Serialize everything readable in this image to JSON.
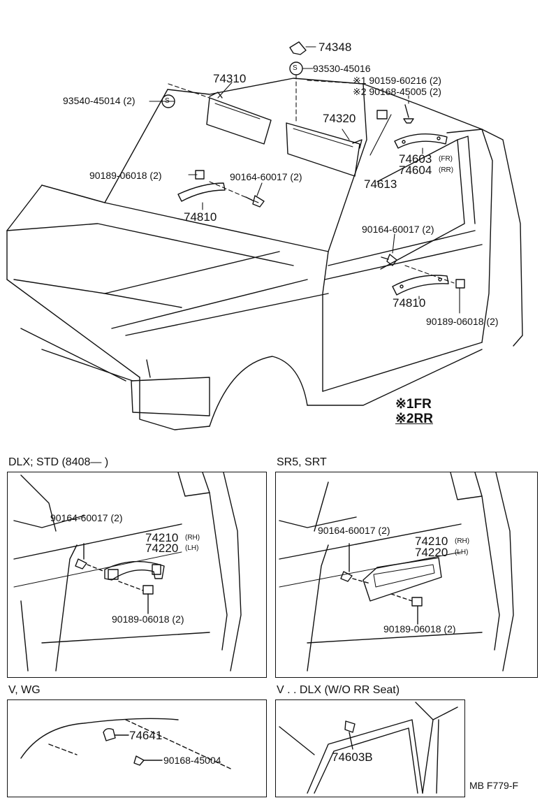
{
  "main": {
    "p74348": "74348",
    "s_mark": "S",
    "p93530": "93530-45016",
    "note1": "※1 90159-60216 (2)",
    "note2": "※2 90168-45005 (2)",
    "p74310": "74310",
    "p93540": "93540-45014 (2)",
    "p74320": "74320",
    "p74603": "74603",
    "p74603_sub": "(FR)",
    "p74604": "74604",
    "p74604_sub": "(RR)",
    "p74613": "74613",
    "p90189_a": "90189-06018 (2)",
    "p90164_a": "90164-60017 (2)",
    "p74810_a": "74810",
    "p90164_b": "90164-60017 (2)",
    "p74810_b": "74810",
    "p90189_b": "90189-06018 (2)",
    "legend1": "※1FR",
    "legend2": "※2RR"
  },
  "panel_dlx": {
    "title": "DLX; STD (8408—        )",
    "p90164": "90164-60017 (2)",
    "p74210": "74210",
    "p74210_sub": "(RH)",
    "p74220": "74220",
    "p74220_sub": "(LH)",
    "p90189": "90189-06018 (2)"
  },
  "panel_sr5": {
    "title": "SR5, SRT",
    "p90164": "90164-60017 (2)",
    "p74210": "74210",
    "p74210_sub": "(RH)",
    "p74220": "74220",
    "p74220_sub": "(LH)",
    "p90189": "90189-06018 (2)"
  },
  "panel_vwg": {
    "title": "V, WG",
    "p74641": "74641",
    "p90168": "90168-45004"
  },
  "panel_vdlx": {
    "title": "V . . DLX (W/O  RR  Seat)",
    "p74603b": "74603B"
  },
  "footer": {
    "code": "MB  F779-F"
  }
}
